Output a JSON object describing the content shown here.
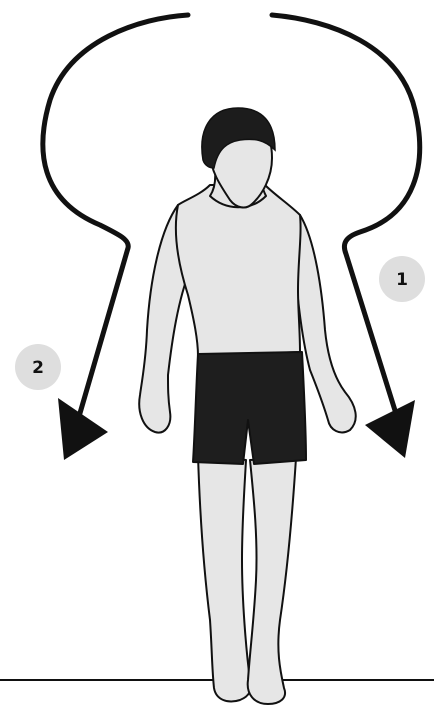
{
  "colors": {
    "skin": "#e6e6e6",
    "outline": "#111111",
    "hair": "#1c1c1c",
    "shorts": "#1e1e1e",
    "arrow": "#111111",
    "badge_fill": "#dedede",
    "ground": "#111111",
    "background": "#ffffff"
  },
  "icons": {
    "path_1": "curved-arrow-right",
    "path_2": "curved-arrow-left",
    "figure": "standing-person"
  },
  "steps": [
    {
      "label": "1"
    },
    {
      "label": "2"
    }
  ]
}
